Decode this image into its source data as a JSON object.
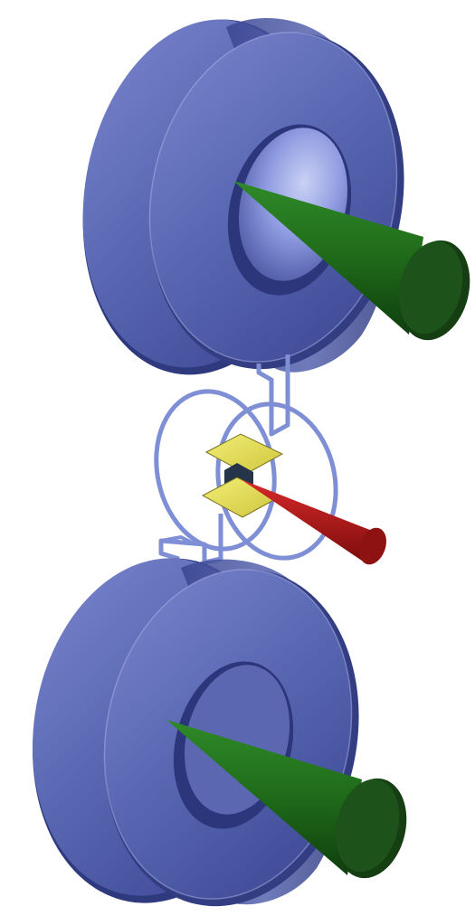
{
  "diagram": {
    "components": [
      {
        "id": "upper-coil-pair",
        "kind": "coil-pair"
      },
      {
        "id": "lower-coil-pair",
        "kind": "coil-pair"
      },
      {
        "id": "center-loop-assembly",
        "kind": "wire-loops"
      },
      {
        "id": "yellow-plates",
        "kind": "plate-pair"
      }
    ],
    "colors": {
      "coil": "#5a68b4",
      "coil_dark": "#343f86",
      "coil_light": "#a9b4ea",
      "wire": "#7f8fd6",
      "plate": "#e8e25a",
      "plate_edge": "#7a7420",
      "upper_cone": "#1f6a1a",
      "lower_cone": "#1f6a1a",
      "center_cone": "#b51818",
      "background": "#ffffff"
    }
  }
}
